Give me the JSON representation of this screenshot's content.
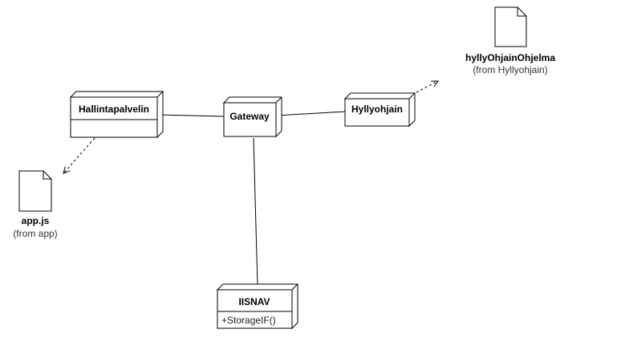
{
  "nodes": {
    "hallintapalvelin": {
      "name": "Hallintapalvelin"
    },
    "gateway": {
      "name": "Gateway"
    },
    "hyllyohjain": {
      "name": "Hyllyohjain"
    },
    "iisnav": {
      "name": "IISNAV",
      "operation": "+StorageIF()"
    }
  },
  "artifacts": {
    "app_js": {
      "name": "app.js",
      "origin": "(from app)"
    },
    "hyllyohjain_ohjelma": {
      "name": "hyllyOhjainOhjelma",
      "origin": "(from Hyllyohjain)"
    }
  }
}
